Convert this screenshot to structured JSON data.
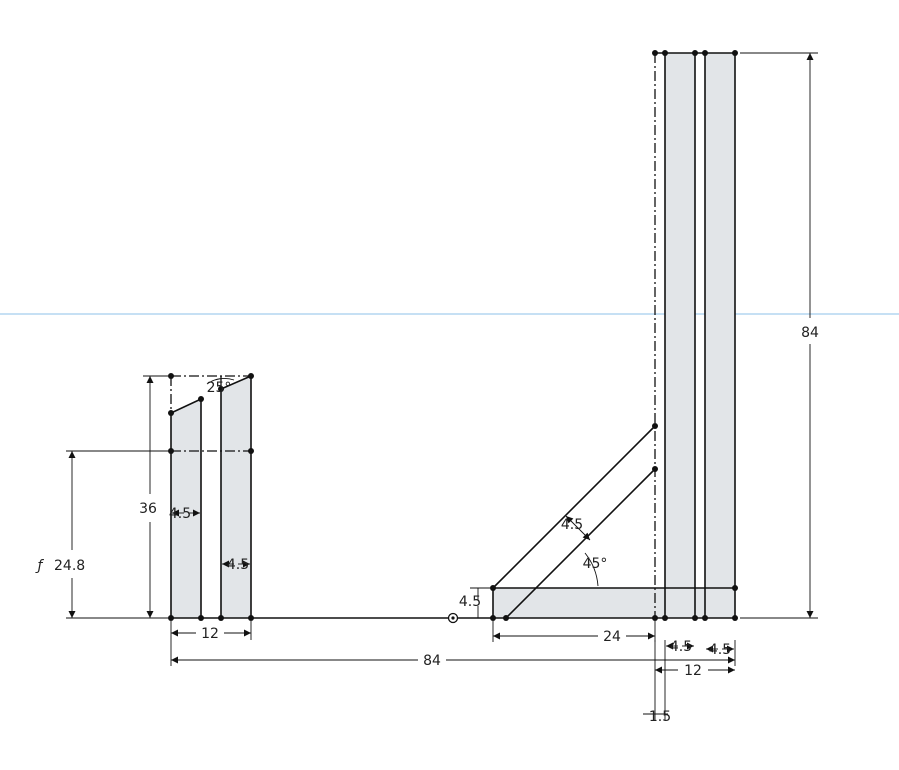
{
  "dimensions": {
    "right_bar_height": "84",
    "left_bar_height": "36",
    "driven_height": "24.8",
    "driven_symbol": "ƒ",
    "chamfer_angle": "25°",
    "left_slot_width": "4.5",
    "left_mid_width": "4.5",
    "left_total_width": "12",
    "overall_span": "84",
    "plate_thickness": "4.5",
    "gusset_thickness": "4.5",
    "gusset_angle": "45°",
    "gusset_base": "24",
    "right_gap_a": "4.5",
    "right_gap_b": "4.5",
    "right_total_width": "12",
    "offset": "1.5"
  },
  "colors": {
    "face": "#e2e5e8",
    "edge": "#111111",
    "guide": "#8ec1ea"
  }
}
